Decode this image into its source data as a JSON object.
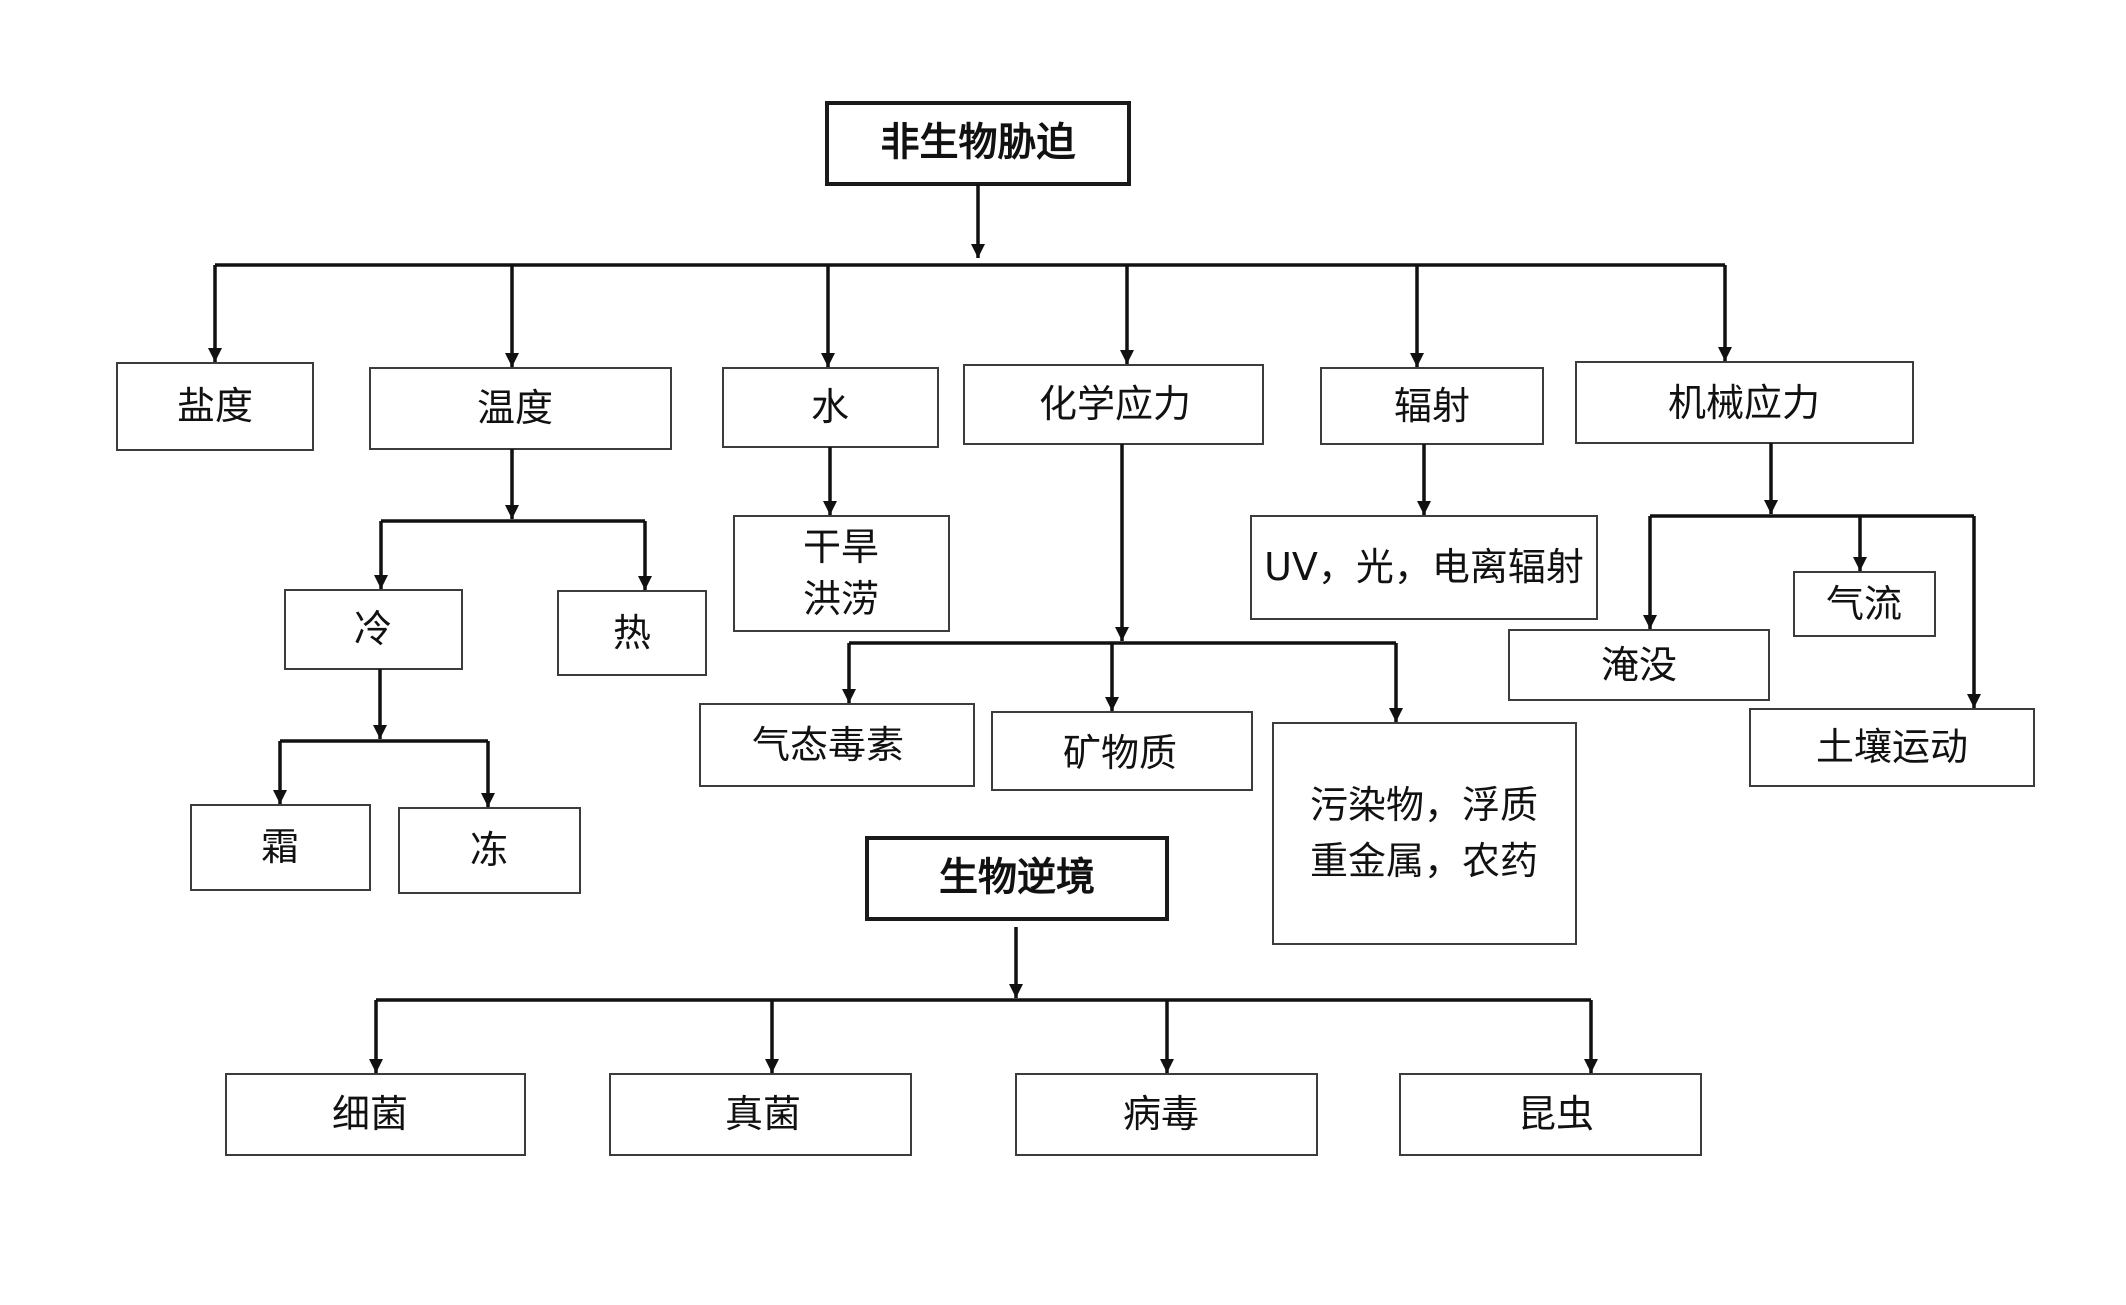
{
  "abiotic": {
    "title": "非生物胁迫",
    "salinity": "盐度",
    "temperature": {
      "label": "温度",
      "cold": {
        "label": "冷",
        "frost": "霜",
        "freeze": "冻"
      },
      "heat": "热"
    },
    "water": {
      "label": "水",
      "lines": [
        "干旱",
        "洪涝"
      ]
    },
    "chemical": {
      "label": "化学应力",
      "toxic_gas": "气态毒素",
      "minerals": "矿物质",
      "pollutants_lines": [
        "污染物，浮质",
        "重金属，农药"
      ]
    },
    "radiation": {
      "label": "辐射",
      "types": "UV，光，电离辐射"
    },
    "mechanical": {
      "label": "机械应力",
      "submergence": "淹没",
      "airflow": "气流",
      "soil_movement": "土壤运动"
    }
  },
  "biotic": {
    "title": "生物逆境",
    "items": [
      "细菌",
      "真菌",
      "病毒",
      "昆虫"
    ]
  },
  "colors": {
    "line": "#111111",
    "border": "#3c3c3c",
    "background": "#ffffff"
  }
}
